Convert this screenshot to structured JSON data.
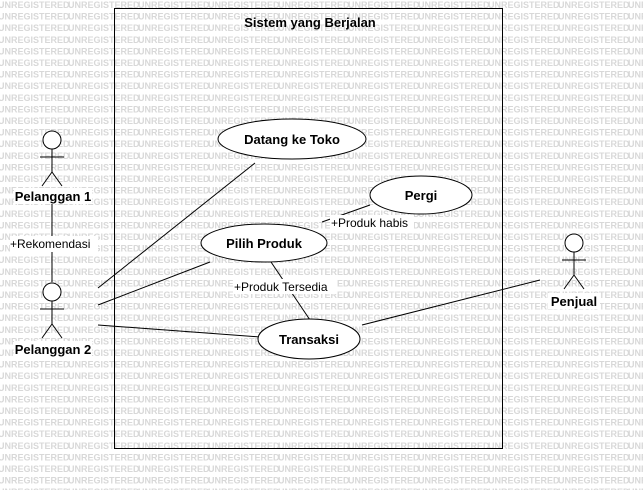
{
  "system": {
    "title": "Sistem yang Berjalan"
  },
  "watermark": {
    "text": "UNREGISTERED"
  },
  "actors": {
    "pelanggan1": "Pelanggan 1",
    "pelanggan2": "Pelanggan 2",
    "penjual": "Penjual"
  },
  "use_cases": {
    "datang": "Datang ke Toko",
    "pergi": "Pergi",
    "pilih": "Pilih Produk",
    "transaksi": "Transaksi"
  },
  "labels": {
    "rekomendasi": "+Rekomendasi",
    "habis": "+Produk habis",
    "tersedia": "+Produk Tersedia"
  }
}
